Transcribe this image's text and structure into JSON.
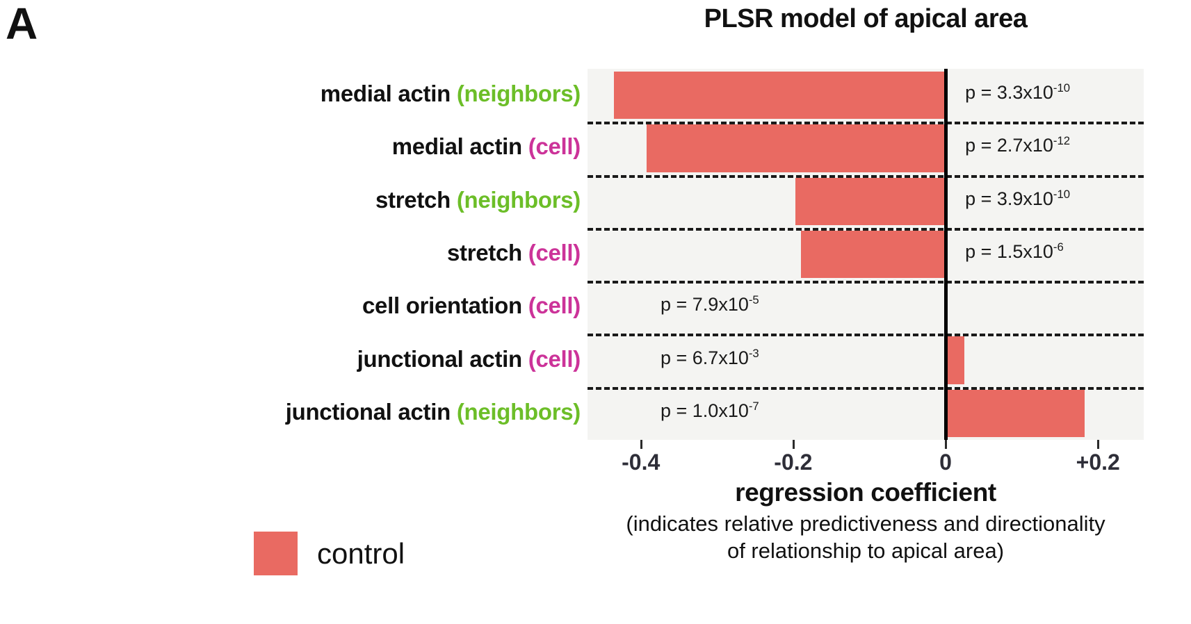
{
  "panel": {
    "letter": "A"
  },
  "chart_data": {
    "type": "bar",
    "orientation": "horizontal",
    "title": "PLSR model of apical area",
    "xlabel": "regression coefficient",
    "xlabel_sub_line1": "(indicates relative predictiveness and directionality",
    "xlabel_sub_line2": "of relationship to apical area)",
    "ylabel": "",
    "xlim": [
      -0.47,
      0.26
    ],
    "xticks": [
      -0.4,
      -0.2,
      0,
      0.2
    ],
    "xticklabels": [
      "-0.4",
      "-0.2",
      "0",
      "+0.2"
    ],
    "grid": false,
    "row_dividers": "dashed",
    "bar_color": "#e96a62",
    "plot_background": "#f4f4f2",
    "neighbors_color": "#6cbe28",
    "cell_color": "#cc3399",
    "categories": [
      "medial actin (neighbors)",
      "medial actin (cell)",
      "stretch (neighbors)",
      "stretch (cell)",
      "cell orientation (cell)",
      "junctional actin (cell)",
      "junctional actin (neighbors)"
    ],
    "values": [
      -0.435,
      -0.392,
      -0.197,
      -0.19,
      0.0,
      0.025,
      0.182
    ],
    "rows": [
      {
        "base": "medial actin",
        "group": "(neighbors)",
        "group_kind": "neighbors",
        "value": -0.435,
        "p_mantissa": "p = 3.3x10",
        "p_exponent": "-10",
        "p_side": "right"
      },
      {
        "base": "medial actin",
        "group": "(cell)",
        "group_kind": "cell",
        "value": -0.392,
        "p_mantissa": "p = 2.7x10",
        "p_exponent": "-12",
        "p_side": "right"
      },
      {
        "base": "stretch",
        "group": "(neighbors)",
        "group_kind": "neighbors",
        "value": -0.197,
        "p_mantissa": "p = 3.9x10",
        "p_exponent": "-10",
        "p_side": "right"
      },
      {
        "base": "stretch",
        "group": "(cell)",
        "group_kind": "cell",
        "value": -0.19,
        "p_mantissa": "p = 1.5x10",
        "p_exponent": "-6",
        "p_side": "right"
      },
      {
        "base": "cell orientation",
        "group": "(cell)",
        "group_kind": "cell",
        "value": 0.0,
        "p_mantissa": "p = 7.9x10",
        "p_exponent": "-5",
        "p_side": "left"
      },
      {
        "base": "junctional actin",
        "group": "(cell)",
        "group_kind": "cell",
        "value": 0.025,
        "p_mantissa": "p = 6.7x10",
        "p_exponent": "-3",
        "p_side": "left"
      },
      {
        "base": "junctional actin",
        "group": "(neighbors)",
        "group_kind": "neighbors",
        "value": 0.182,
        "p_mantissa": "p = 1.0x10",
        "p_exponent": "-7",
        "p_side": "left"
      }
    ],
    "legend": {
      "position": "bottom-left",
      "entries": [
        {
          "label": "control",
          "color": "#e96a62"
        }
      ]
    }
  }
}
